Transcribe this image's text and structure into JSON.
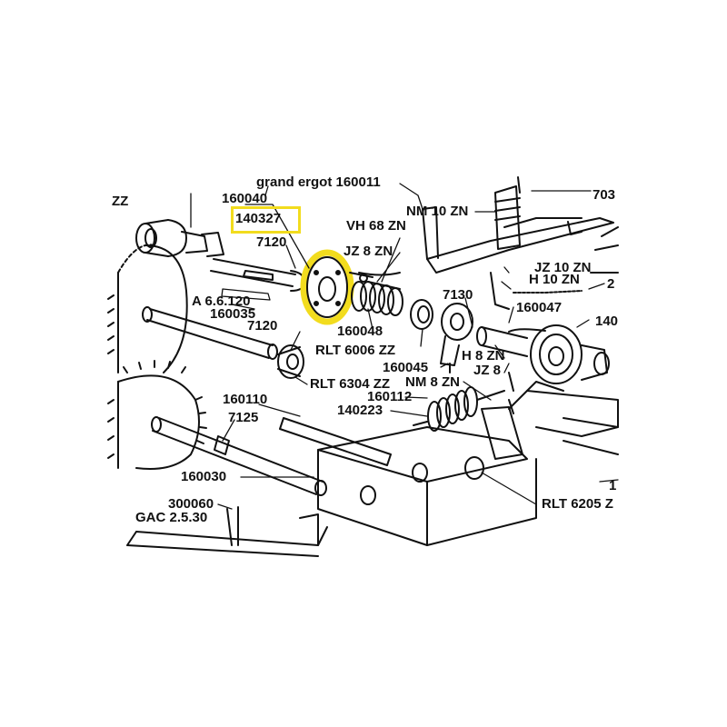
{
  "highlight_color": "#f2dc1e",
  "ink_color": "#111111",
  "part_labels": {
    "zz_left": "ZZ",
    "p160040": "160040",
    "p140327": "140327",
    "p7120_top": "7120",
    "grand_ergot": "grand ergot 160011",
    "nm10zn": "NM 10 ZN",
    "vh68zn": "VH 68 ZN",
    "jz8zn_top": "JZ 8 ZN",
    "p703": "703",
    "a66120": "A 6.6.120",
    "p160035": "160035",
    "p7120_mid": "7120",
    "p160048": "160048",
    "rlt6006": "RLT 6006 ZZ",
    "p7130": "7130",
    "jz10zn": "JZ 10 ZN",
    "h10zn": "H 10 ZN",
    "p2_right": "2",
    "p160047": "160047",
    "p140_right": "140",
    "p160045": "160045",
    "h8zn": "H 8 ZN",
    "jz8_mid": "JZ 8",
    "nm8zn": "NM 8 ZN",
    "rlt6304": "RLT 6304 ZZ",
    "p160112": "160112",
    "p160110": "160110",
    "p140223": "140223",
    "p7125": "7125",
    "p160030": "160030",
    "p300060": "300060",
    "gac": "GAC 2.5.30",
    "rlt6205": "RLT 6205 Z",
    "p1_right": "1"
  }
}
